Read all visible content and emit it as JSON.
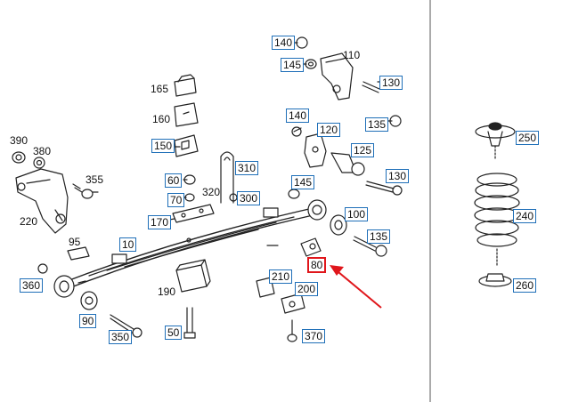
{
  "diagram": {
    "callouts": [
      {
        "id": "c110",
        "text": "110",
        "boxed": false
      },
      {
        "id": "c140a",
        "text": "140",
        "boxed": true
      },
      {
        "id": "c145a",
        "text": "145",
        "boxed": true
      },
      {
        "id": "c130a",
        "text": "130",
        "boxed": true
      },
      {
        "id": "c135a",
        "text": "135",
        "boxed": true
      },
      {
        "id": "c165",
        "text": "165",
        "boxed": false
      },
      {
        "id": "c160",
        "text": "160",
        "boxed": false
      },
      {
        "id": "c150",
        "text": "150",
        "boxed": true
      },
      {
        "id": "c140b",
        "text": "140",
        "boxed": true
      },
      {
        "id": "c120",
        "text": "120",
        "boxed": true
      },
      {
        "id": "c125",
        "text": "125",
        "boxed": true
      },
      {
        "id": "c130b",
        "text": "130",
        "boxed": true
      },
      {
        "id": "c390",
        "text": "390",
        "boxed": false
      },
      {
        "id": "c380",
        "text": "380",
        "boxed": false
      },
      {
        "id": "c355",
        "text": "355",
        "boxed": false
      },
      {
        "id": "c310",
        "text": "310",
        "boxed": true
      },
      {
        "id": "c60",
        "text": "60",
        "boxed": true
      },
      {
        "id": "c320",
        "text": "320",
        "boxed": false
      },
      {
        "id": "c300",
        "text": "300",
        "boxed": true
      },
      {
        "id": "c70",
        "text": "70",
        "boxed": true
      },
      {
        "id": "c145b",
        "text": "145",
        "boxed": true
      },
      {
        "id": "c220",
        "text": "220",
        "boxed": false
      },
      {
        "id": "c170",
        "text": "170",
        "boxed": true
      },
      {
        "id": "c100",
        "text": "100",
        "boxed": true
      },
      {
        "id": "c95",
        "text": "95",
        "boxed": false
      },
      {
        "id": "c10",
        "text": "10",
        "boxed": true
      },
      {
        "id": "c135b",
        "text": "135",
        "boxed": true
      },
      {
        "id": "c80",
        "text": "80",
        "boxed": true,
        "highlighted": true
      },
      {
        "id": "c360",
        "text": "360",
        "boxed": true
      },
      {
        "id": "c210",
        "text": "210",
        "boxed": true
      },
      {
        "id": "c200",
        "text": "200",
        "boxed": true
      },
      {
        "id": "c190",
        "text": "190",
        "boxed": false
      },
      {
        "id": "c90",
        "text": "90",
        "boxed": true
      },
      {
        "id": "c350",
        "text": "350",
        "boxed": true
      },
      {
        "id": "c50",
        "text": "50",
        "boxed": true
      },
      {
        "id": "c370",
        "text": "370",
        "boxed": true
      },
      {
        "id": "c250",
        "text": "250",
        "boxed": true
      },
      {
        "id": "c240",
        "text": "240",
        "boxed": true
      },
      {
        "id": "c260",
        "text": "260",
        "boxed": true
      }
    ],
    "colors": {
      "callout_border": "#1f6fb8",
      "highlight": "#e0161b",
      "line_art": "#222222",
      "divider": "#555555"
    }
  }
}
